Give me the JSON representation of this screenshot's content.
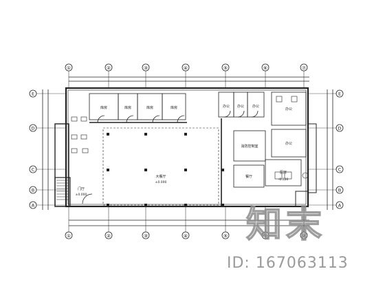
{
  "drawing": {
    "grid_columns": [
      "①",
      "②",
      "③",
      "④",
      "⑤",
      "⑥",
      "⑦"
    ],
    "grid_rows_left": [
      "E",
      "D",
      "C",
      "B",
      "A"
    ],
    "grid_rows_right": [
      "E",
      "D",
      "C",
      "B",
      "A"
    ],
    "rooms": [
      {
        "id": "r1",
        "label": "库房"
      },
      {
        "id": "r2",
        "label": "库房"
      },
      {
        "id": "r3",
        "label": "库房"
      },
      {
        "id": "r4",
        "label": "库房"
      },
      {
        "id": "r5",
        "label": "办公"
      },
      {
        "id": "r6",
        "label": "办公"
      },
      {
        "id": "r7",
        "label": "办公"
      },
      {
        "id": "r8",
        "label": "办公"
      },
      {
        "id": "r9",
        "label": "办公"
      },
      {
        "id": "r10",
        "label": "消防控制室"
      },
      {
        "id": "r11",
        "label": "厨房"
      },
      {
        "id": "r12",
        "label": "餐厅"
      },
      {
        "id": "r13",
        "label": "门厅"
      },
      {
        "id": "r14",
        "label": "大餐厅"
      }
    ],
    "level_marks": [
      "±0.000",
      "±0.000",
      "-0.020"
    ]
  },
  "watermark": {
    "logo_text": "知末",
    "id_text": "ID: 167063113"
  }
}
